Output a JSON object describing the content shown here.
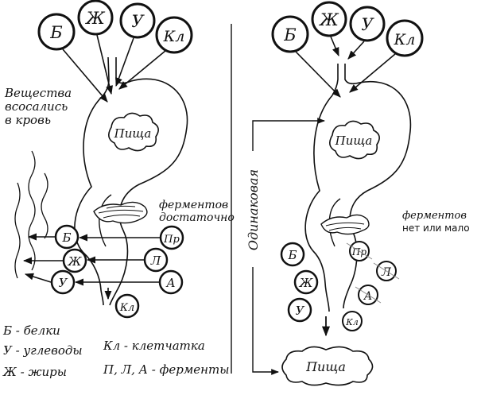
{
  "left": {
    "top_circles": [
      "Б",
      "Ж",
      "У",
      "Кл"
    ],
    "absorbed_caption": [
      "Вещества",
      "всосались",
      "в кровь"
    ],
    "food_label": "Пища",
    "enzymes_caption": [
      "ферментов",
      "достаточно"
    ],
    "nutrients": [
      "Б",
      "Ж",
      "У"
    ],
    "enzymes": [
      "Пр",
      "Л",
      "А"
    ],
    "fiber": "Кл"
  },
  "right": {
    "top_circles": [
      "Б",
      "Ж",
      "У",
      "Кл"
    ],
    "food_label": "Пища",
    "enzymes_caption": [
      "ферментов",
      "нет или мало"
    ],
    "nutrients": [
      "Б",
      "Ж",
      "У"
    ],
    "enzymes": [
      "Пр",
      "Л",
      "А"
    ],
    "fiber": "Кл",
    "output_label": "Пища"
  },
  "middle_label": "Одинаковая",
  "legend": {
    "proteins": "Б - белки",
    "carbs": "У - углеводы",
    "fats": "Ж - жиры",
    "fiber": "Кл - клетчатка",
    "enzymes": "П, Л, А - ферменты"
  }
}
